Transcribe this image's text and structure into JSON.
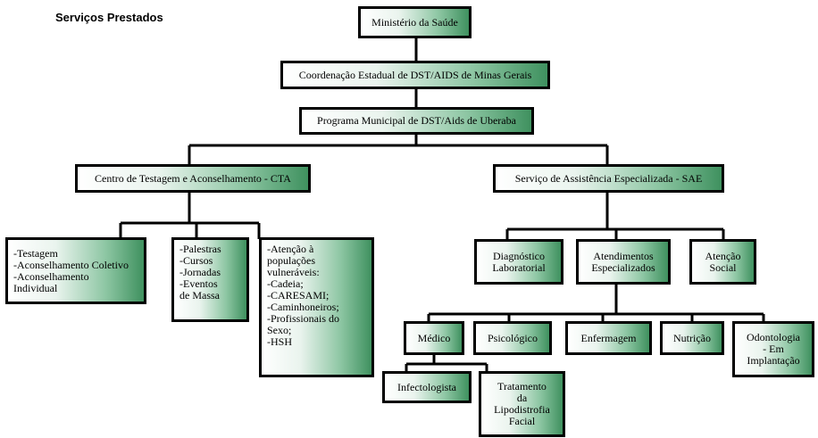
{
  "heading": "Serviços Prestados",
  "nodes": {
    "ministerio": "Ministério da Saúde",
    "coordenacao": "Coordenação Estadual de DST/AIDS de Minas Gerais",
    "programa": "Programa Municipal de DST/Aids  de Uberaba",
    "cta": "Centro de Testagem e Aconselhamento - CTA",
    "sae": "Serviço de Assistência Especializada - SAE",
    "cta_servicos": "-Testagem\n-Aconselhamento Coletivo\n-Aconselhamento\nIndividual",
    "cta_atividades": "-Palestras\n-Cursos\n-Jornadas\n-Eventos\nde Massa",
    "cta_populacoes": "-Atenção à\npopulações\nvulneráveis:\n-Cadeia;\n-CARESAMI;\n-Caminhoneiros;\n-Profissionais do\nSexo;\n-HSH",
    "diagnostico": "Diagnóstico\nLaboratorial",
    "atendimentos": "Atendimentos\nEspecializados",
    "atencao_social": "Atenção\nSocial",
    "medico": "Médico",
    "psicologico": "Psicológico",
    "enfermagem": "Enfermagem",
    "nutricao": "Nutrição",
    "odontologia": "Odontologia\n- Em\nImplantação",
    "infectologista": "Infectologista",
    "lipodistrofia": "Tratamento\nda\nLipodistrofia\nFacial"
  }
}
